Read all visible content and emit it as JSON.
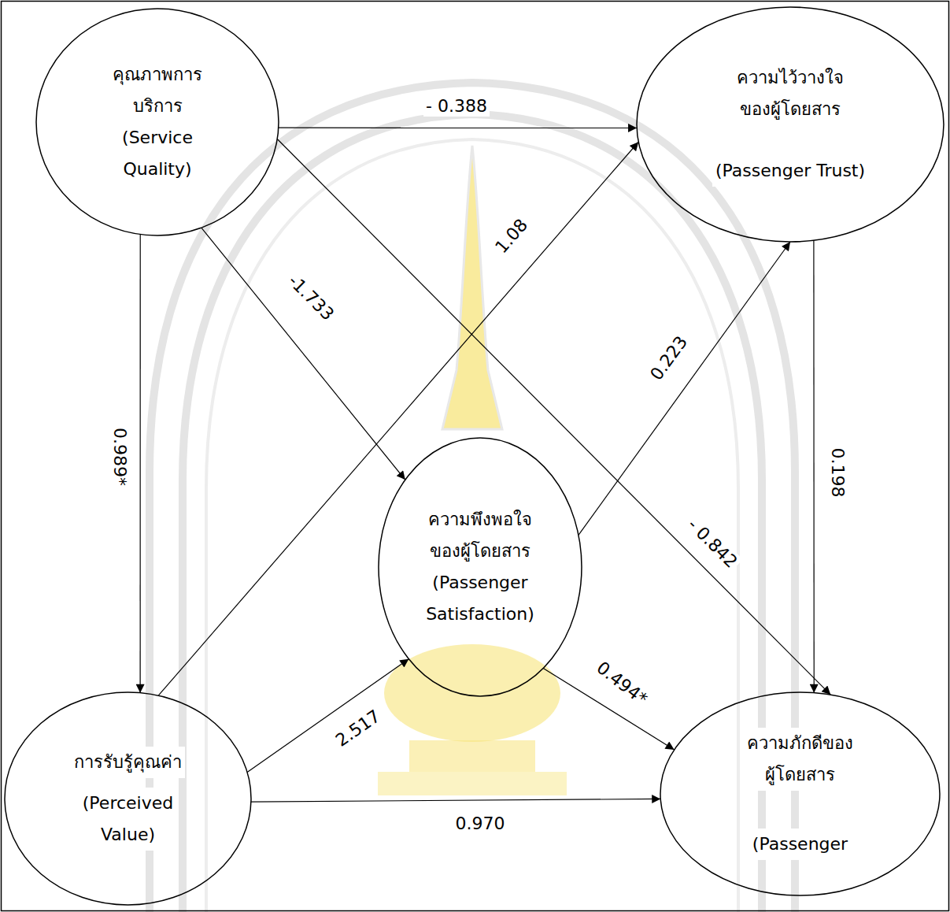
{
  "diagram": {
    "nodes": [
      {
        "text": [
          "คุณภาพการ บริการ",
          "(Service Quality)"
        ]
      },
      {
        "text": [
          "ความไว้วางใจ ของผู้โดยสาร",
          "(Passenger Trust)"
        ]
      },
      {
        "text": [
          "ความพึงพอใจ ของผู้โดยสาร",
          "(Passenger Satisfaction)"
        ]
      },
      {
        "text": [
          "การรับรู้คุณค่า",
          "(Perceived Value)"
        ]
      },
      {
        "text": [
          "ความภักดีของ ผู้โดยสาร",
          "(Passenger"
        ]
      }
    ],
    "edges": [
      {
        "from": 0,
        "to": 1,
        "arrow": "to",
        "label": "- 0.388"
      },
      {
        "from": 0,
        "to": 4,
        "arrow": "to",
        "label": "- 0.842"
      },
      {
        "from": 0,
        "to": 2,
        "arrow": "to",
        "label": "-1.733"
      },
      {
        "from": 0,
        "to": 3,
        "arrow": "to",
        "label": "0.989*"
      },
      {
        "from": 3,
        "to": 1,
        "arrow": "to",
        "label": "1.08"
      },
      {
        "from": 2,
        "to": 1,
        "arrow": "to",
        "label": "0.223"
      },
      {
        "from": 1,
        "to": 4,
        "arrow": "to",
        "label": "0.198"
      },
      {
        "from": 2,
        "to": 4,
        "arrow": "to",
        "label": "0.494*"
      },
      {
        "from": 3,
        "to": 2,
        "arrow": "to",
        "label": "2.517"
      },
      {
        "from": 3,
        "to": 4,
        "arrow": "to",
        "label": "0.970"
      }
    ]
  }
}
